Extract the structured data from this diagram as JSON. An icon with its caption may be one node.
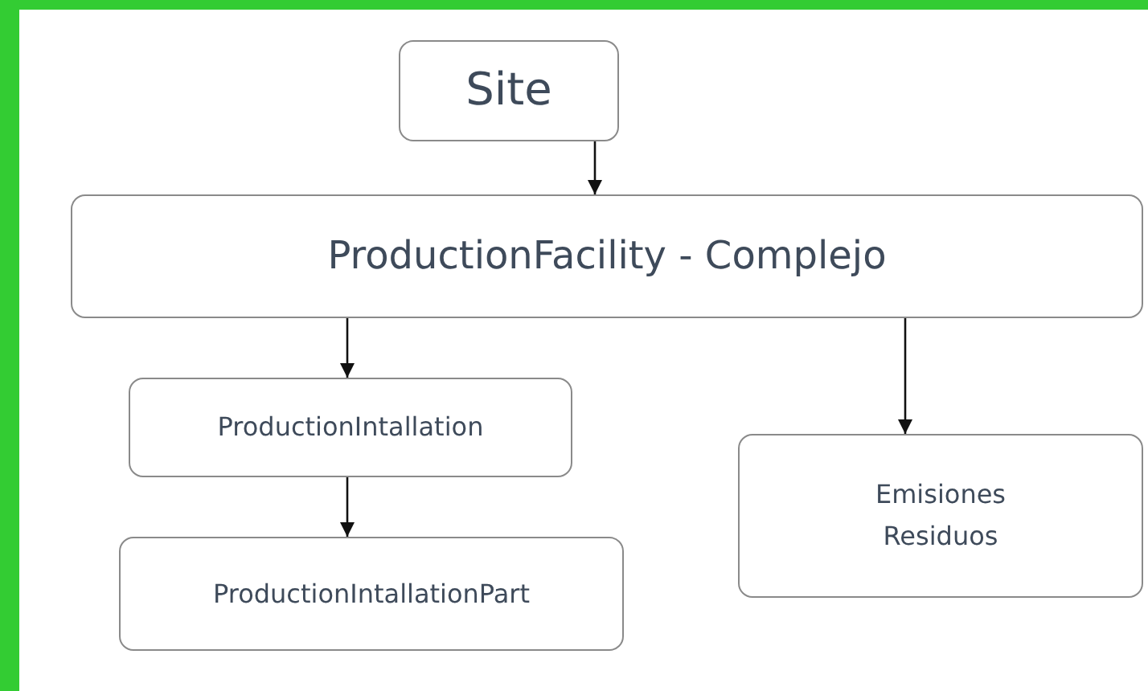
{
  "diagram": {
    "nodes": [
      {
        "text": [
          "Site"
        ]
      },
      {
        "text": [
          "ProductionFacility - Complejo"
        ]
      },
      {
        "text": [
          "ProductionIntallation"
        ]
      },
      {
        "text": [
          "ProductionIntallationPart"
        ]
      },
      {
        "text": [
          "Emisiones Residuos"
        ]
      }
    ],
    "edges": [
      {
        "from": 0,
        "to": 1,
        "arrow": "to"
      },
      {
        "from": 1,
        "to": 2,
        "arrow": "to"
      },
      {
        "from": 2,
        "to": 3,
        "arrow": "to"
      },
      {
        "from": 1,
        "to": 4,
        "arrow": "to"
      }
    ]
  }
}
